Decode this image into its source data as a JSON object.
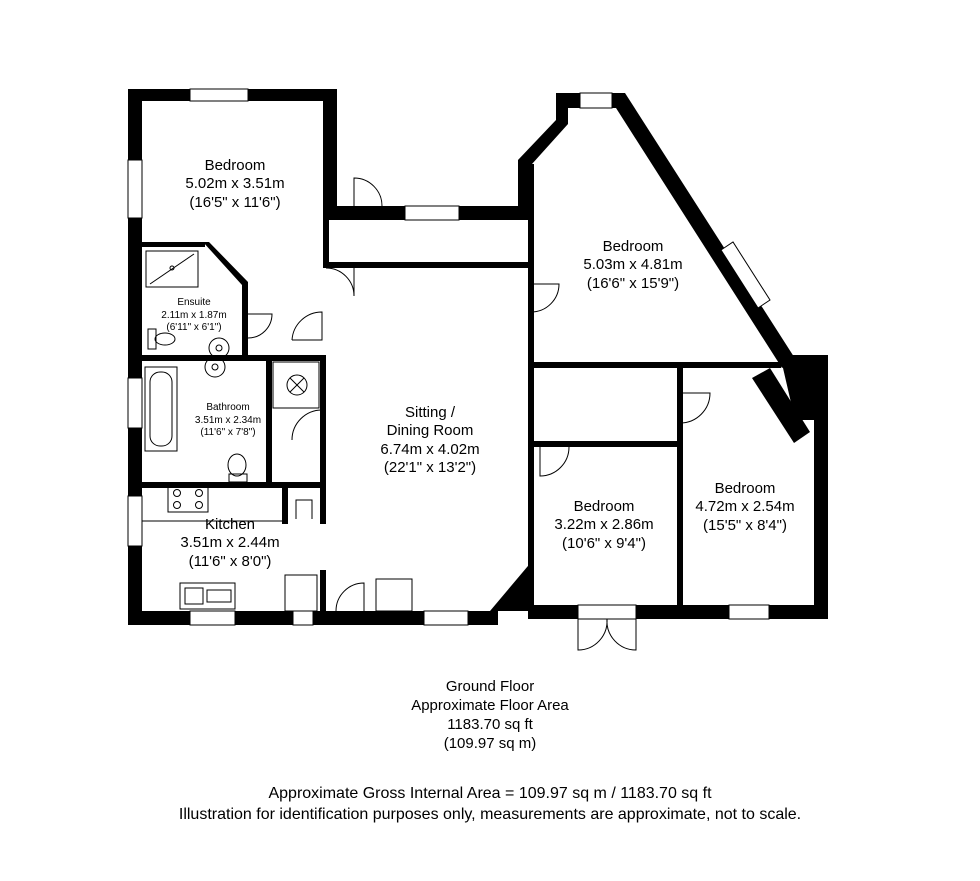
{
  "rooms": {
    "bedroom_top_left": {
      "name": "Bedroom",
      "metric": "5.02m x 3.51m",
      "imperial": "(16'5\" x 11'6\")"
    },
    "ensuite": {
      "name": "Ensuite",
      "metric": "2.11m x 1.87m",
      "imperial": "(6'11\" x 6'1\")"
    },
    "bathroom": {
      "name": "Bathroom",
      "metric": "3.51m x 2.34m",
      "imperial": "(11'6\" x 7'8\")"
    },
    "kitchen": {
      "name": "Kitchen",
      "metric": "3.51m x 2.44m",
      "imperial": "(11'6\" x 8'0\")"
    },
    "sitting": {
      "name1": "Sitting /",
      "name2": "Dining Room",
      "metric": "6.74m x 4.02m",
      "imperial": "(22'1\" x 13'2\")"
    },
    "bedroom_top_right": {
      "name": "Bedroom",
      "metric": "5.03m x 4.81m",
      "imperial": "(16'6\" x 15'9\")"
    },
    "bedroom_mid": {
      "name": "Bedroom",
      "metric": "3.22m x 2.86m",
      "imperial": "(10'6\" x 9'4\")"
    },
    "bedroom_right": {
      "name": "Bedroom",
      "metric": "4.72m x 2.54m",
      "imperial": "(15'5\" x 8'4\")"
    }
  },
  "floor_summary": {
    "floor": "Ground Floor",
    "area_label": "Approximate Floor Area",
    "area_sqft": "1183.70 sq ft",
    "area_sqm": "(109.97 sq m)"
  },
  "disclaimer": {
    "gross": "Approximate Gross Internal Area = 109.97 sq m / 1183.70 sq ft",
    "note": "Illustration for identification purposes only, measurements are approximate, not to scale."
  },
  "colors": {
    "wall": "#000000",
    "fixture": "#000000",
    "background": "#ffffff"
  }
}
